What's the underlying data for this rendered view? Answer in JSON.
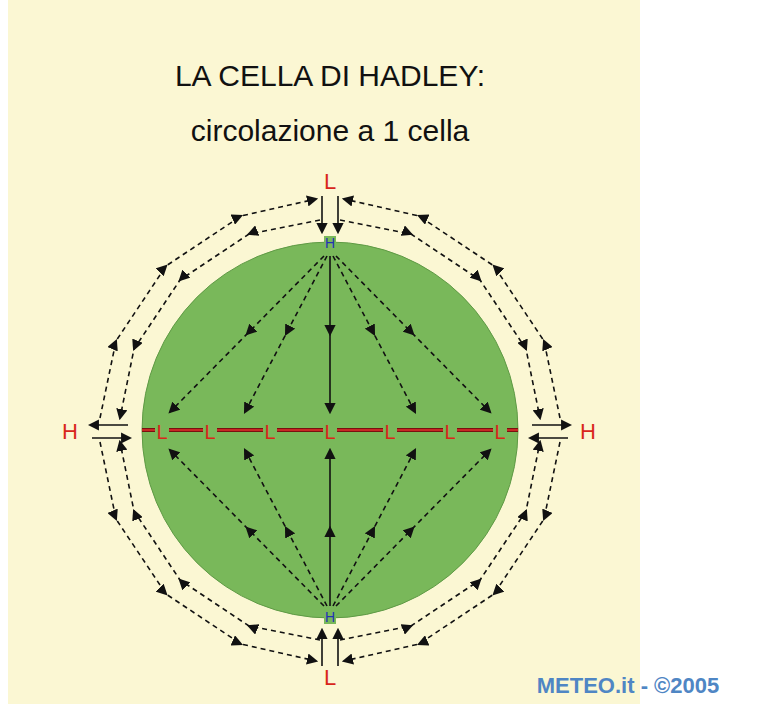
{
  "diagram": {
    "title": "LA CELLA DI HADLEY: circolazione a 1 cella",
    "labels": [
      "L",
      "H",
      "H",
      "L",
      "L",
      "L",
      "L",
      "L",
      "L",
      "L",
      "H",
      "H",
      "L",
      "METEO.it - ©2005"
    ]
  }
}
